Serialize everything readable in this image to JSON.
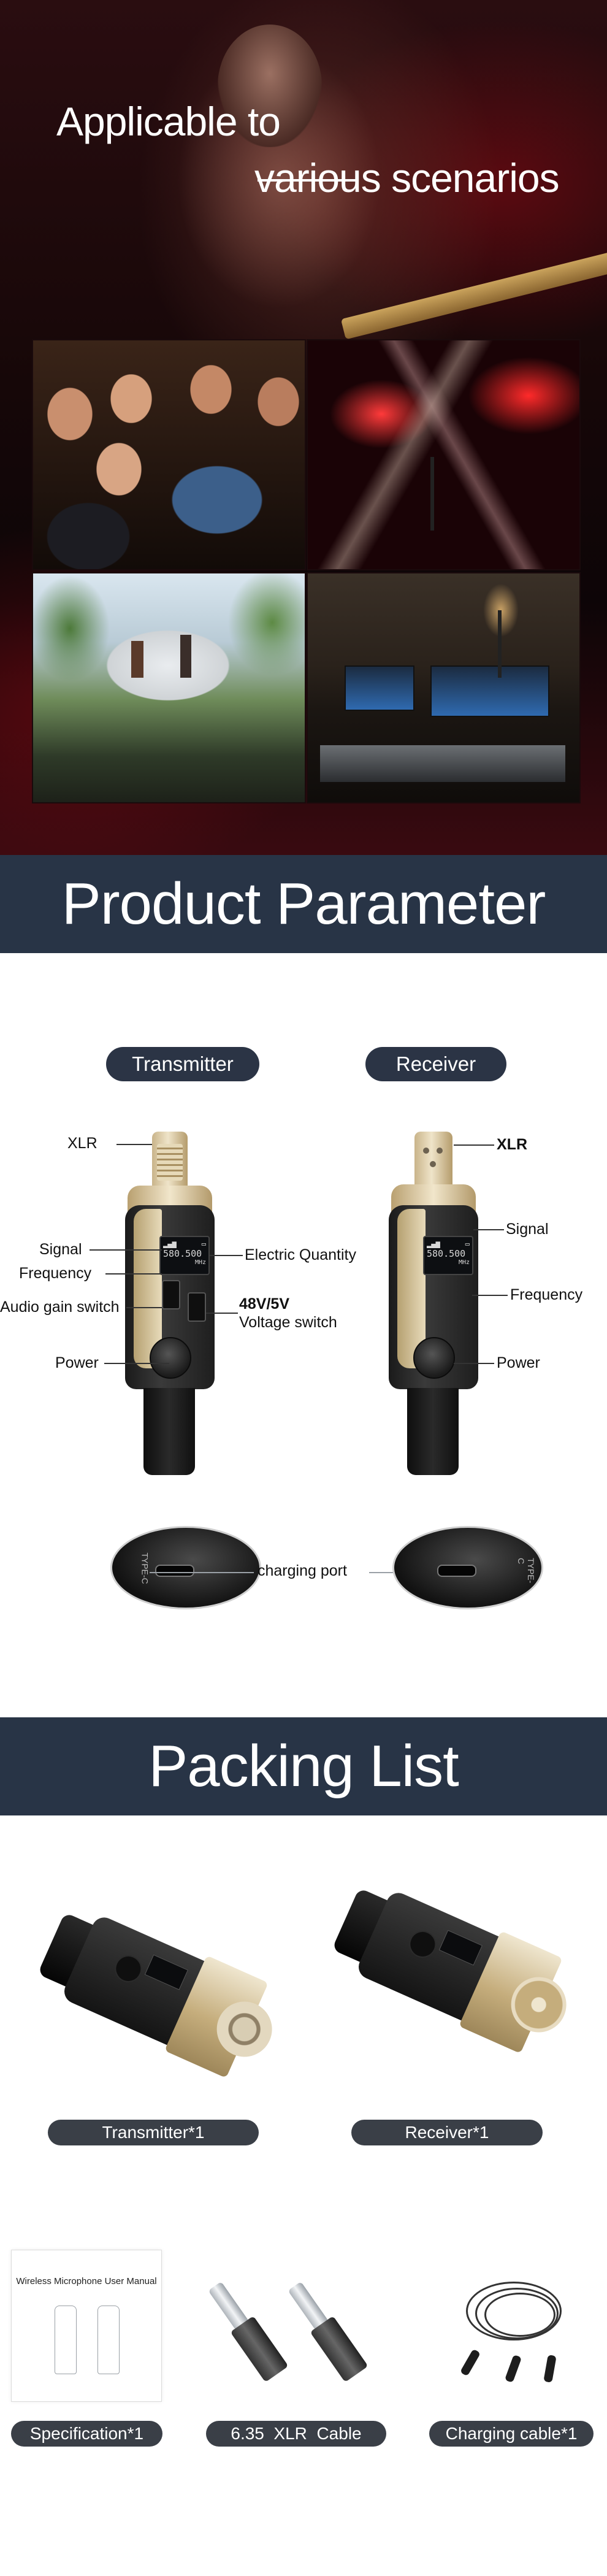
{
  "hero": {
    "title_line1": "Applicable to",
    "title_line2": "various scenarios",
    "scenes": [
      "party",
      "concert",
      "outdoor",
      "studio"
    ]
  },
  "parameter": {
    "banner": "Product Parameter",
    "transmitter": {
      "title": "Transmitter",
      "callouts": {
        "xlr": "XLR",
        "signal": "Signal",
        "frequency": "Frequency",
        "audio_gain": "Audio gain switch",
        "power": "Power",
        "electric": "Electric Quantity",
        "voltage_value": "48V/5V",
        "voltage_label": "Voltage switch"
      },
      "screen_freq": "580.500",
      "screen_unit": "MHz"
    },
    "receiver": {
      "title": "Receiver",
      "callouts": {
        "xlr": "XLR",
        "signal": "Signal",
        "frequency": "Frequency",
        "power": "Power"
      },
      "screen_freq": "580.500",
      "screen_unit": "MHz"
    },
    "charging_port": "charging port",
    "port_tag": "TYPE-C"
  },
  "packing": {
    "banner": "Packing List",
    "items": {
      "transmitter": "Transmitter*1",
      "receiver": "Receiver*1",
      "specification": "Specification*1",
      "cable": "6.35  XLR  Cable",
      "charging": "Charging cable*1"
    },
    "manual_title": "Wireless Microphone User Manual"
  },
  "colors": {
    "banner_bg": "#283446",
    "pill_bg": "#2b3445",
    "label_pill_bg": "#3a3f47",
    "gold": "#d9c7a0"
  }
}
